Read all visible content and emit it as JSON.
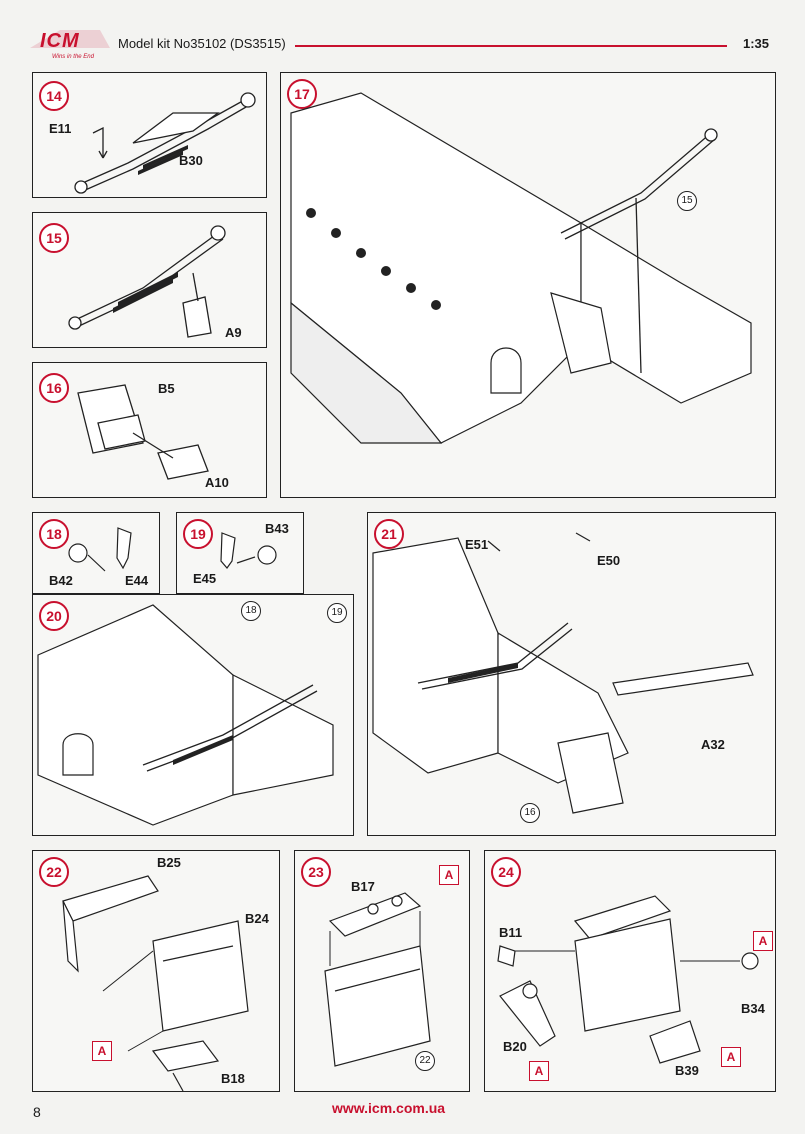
{
  "header": {
    "logo": "ICM",
    "logo_tagline": "Wins in the End",
    "kit_title": "Model kit No35102 (DS3515)",
    "scale": "1:35"
  },
  "steps": {
    "s14": {
      "num": "14",
      "labels": {
        "e11": "E11",
        "b30": "B30"
      }
    },
    "s15": {
      "num": "15",
      "labels": {
        "a9": "A9"
      }
    },
    "s16": {
      "num": "16",
      "labels": {
        "b5": "B5",
        "a10": "A10"
      }
    },
    "s17": {
      "num": "17",
      "ref": "15"
    },
    "s18": {
      "num": "18",
      "labels": {
        "b42": "B42",
        "e44": "E44"
      }
    },
    "s19": {
      "num": "19",
      "labels": {
        "b43": "B43",
        "e45": "E45"
      }
    },
    "s20": {
      "num": "20",
      "ref1": "18",
      "ref2": "19"
    },
    "s21": {
      "num": "21",
      "labels": {
        "e51": "E51",
        "e50": "E50",
        "a32": "A32"
      },
      "ref": "16"
    },
    "s22": {
      "num": "22",
      "labels": {
        "b25": "B25",
        "b24": "B24",
        "b18": "B18"
      },
      "paint": "A"
    },
    "s23": {
      "num": "23",
      "labels": {
        "b17": "B17"
      },
      "paint": "A",
      "ref": "22"
    },
    "s24": {
      "num": "24",
      "labels": {
        "b11": "B11",
        "b20": "B20",
        "b34": "B34",
        "b39": "B39"
      },
      "paint": "A"
    }
  },
  "footer": {
    "url": "www.icm.com.ua",
    "page_number": "8"
  },
  "colors": {
    "accent": "#c8102e",
    "line": "#222222"
  }
}
